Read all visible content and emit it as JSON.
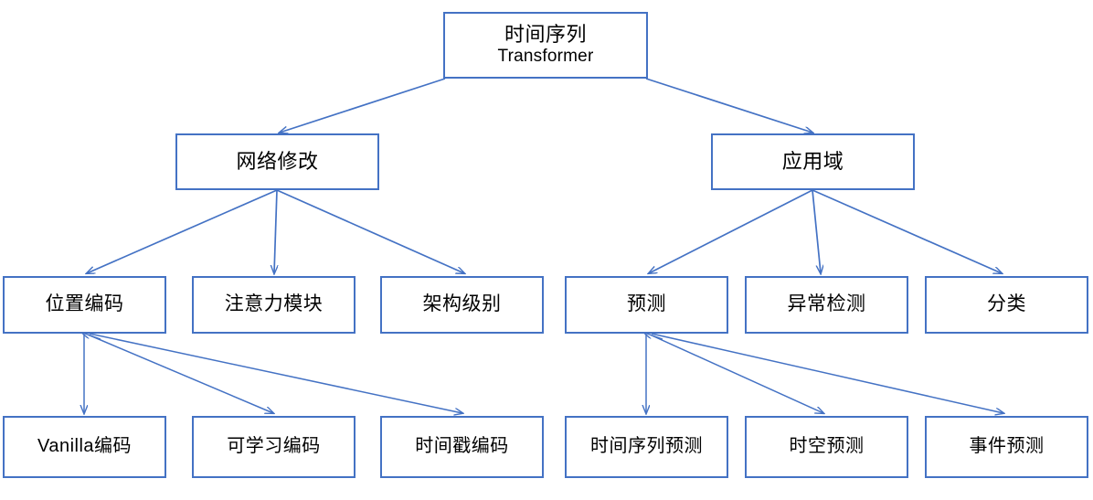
{
  "diagram": {
    "type": "tree-taxonomy",
    "background_color": "#ffffff",
    "box_border_color": "#4472c4",
    "edge_color": "#4472c4",
    "text_color": "#000000",
    "nodes": {
      "root": {
        "line1": "时间序列",
        "line2": "Transformer"
      },
      "branch_left": {
        "label": "网络修改"
      },
      "branch_right": {
        "label": "应用域"
      },
      "left_children": [
        {
          "label": "位置编码"
        },
        {
          "label": "注意力模块"
        },
        {
          "label": "架构级别"
        }
      ],
      "right_children": [
        {
          "label": "预测"
        },
        {
          "label": "异常检测"
        },
        {
          "label": "分类"
        }
      ],
      "left_grandchildren": [
        {
          "label": "Vanilla编码"
        },
        {
          "label": "可学习编码"
        },
        {
          "label": "时间戳编码"
        }
      ],
      "right_grandchildren": [
        {
          "label": "时间序列预测"
        },
        {
          "label": "时空预测"
        },
        {
          "label": "事件预测"
        }
      ]
    }
  }
}
